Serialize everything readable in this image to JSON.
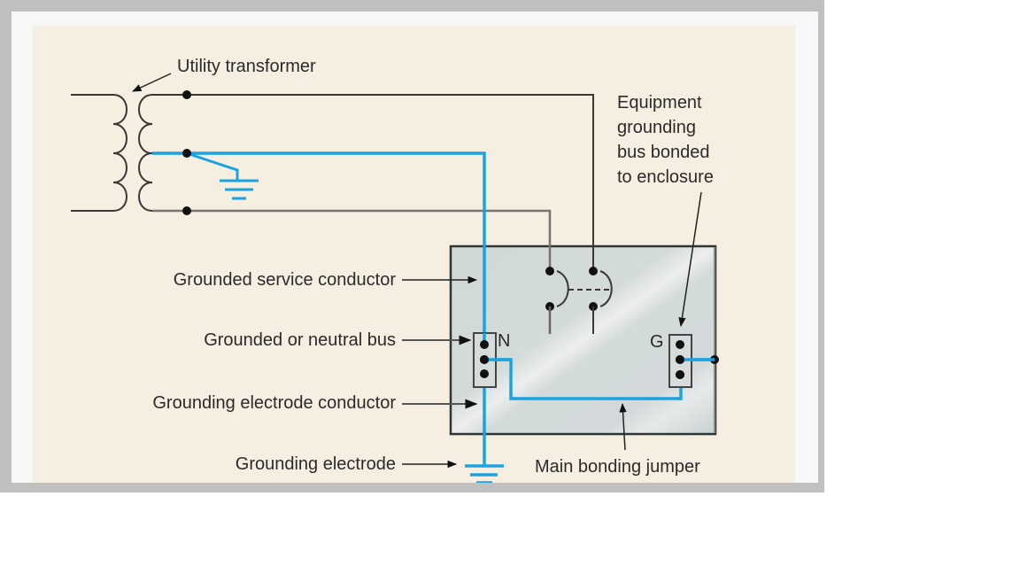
{
  "diagram": {
    "title_label": "Utility transformer",
    "labels": {
      "utility_transformer": "Utility transformer",
      "equipment_grounding": [
        "Equipment",
        "grounding",
        "bus bonded",
        "to enclosure"
      ],
      "grounded_service_conductor": "Grounded service conductor",
      "grounded_neutral_bus": "Grounded or neutral bus",
      "grounding_electrode_conductor": "Grounding electrode conductor",
      "grounding_electrode": "Grounding electrode",
      "main_bonding_jumper": "Main bonding jumper",
      "neutral_bus_tag": "N",
      "ground_bus_tag": "G"
    },
    "colors": {
      "grounded_conductor": "#1aa3e0",
      "wire": "#3a3636",
      "enclosure_fill": "#d2d9d9",
      "background": "#f6efe1"
    }
  }
}
